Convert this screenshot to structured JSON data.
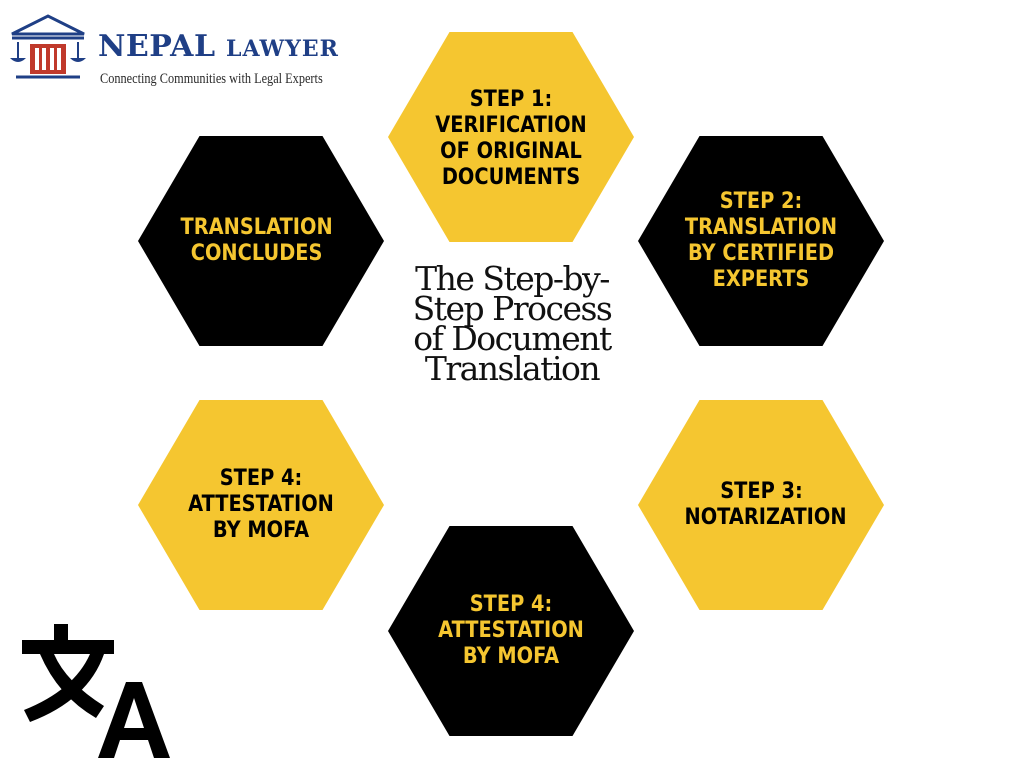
{
  "logo": {
    "name_big": "NEPAL",
    "name_small": "LAWYER",
    "tagline": "Connecting Communities with Legal Experts",
    "icon": "courthouse-scales-icon",
    "colors": {
      "primary": "#1f3f86",
      "accent": "#c0392b"
    }
  },
  "title": "The Step-by-Step Process of Document Translation",
  "steps": [
    {
      "id": "step1",
      "text": "STEP 1: VERIFICATION OF ORIGINAL DOCUMENTS",
      "fill": "yellow"
    },
    {
      "id": "step2",
      "text": "STEP 2: TRANSLATION BY CERTIFIED EXPERTS",
      "fill": "black"
    },
    {
      "id": "step3",
      "text": "STEP 3: NOTARIZATION",
      "fill": "yellow"
    },
    {
      "id": "step4_bottom",
      "text": "STEP 4: ATTESTATION BY MOFA",
      "fill": "black"
    },
    {
      "id": "step4_left",
      "text": "STEP 4: ATTESTATION BY MOFA",
      "fill": "yellow"
    },
    {
      "id": "conclude",
      "text": "TRANSLATION CONCLUDES",
      "fill": "black"
    }
  ],
  "icons": {
    "translate": "translate-icon"
  },
  "colors": {
    "yellow": "#f5c630",
    "black": "#000000",
    "title": "#111111"
  }
}
